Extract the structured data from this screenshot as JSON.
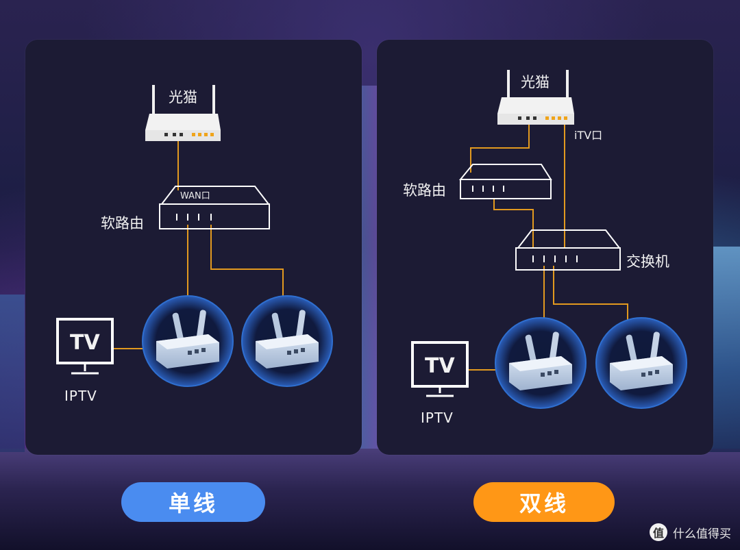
{
  "left_panel": {
    "modem_label": "光猫",
    "wan_label": "WAN口",
    "router_label": "软路由",
    "tv_text": "TV",
    "iptv_label": "IPTV"
  },
  "right_panel": {
    "modem_label": "光猫",
    "itv_label": "iTV口",
    "router_label": "软路由",
    "switch_label": "交换机",
    "tv_text": "TV",
    "iptv_label": "IPTV"
  },
  "buttons": {
    "single_label": "单线",
    "dual_label": "双线"
  },
  "watermark": {
    "icon": "值",
    "text": "什么值得买"
  },
  "colors": {
    "link": "#e39a1f",
    "panel": "#1c1b34",
    "single": "#4a8cf0",
    "dual": "#ff9716"
  }
}
